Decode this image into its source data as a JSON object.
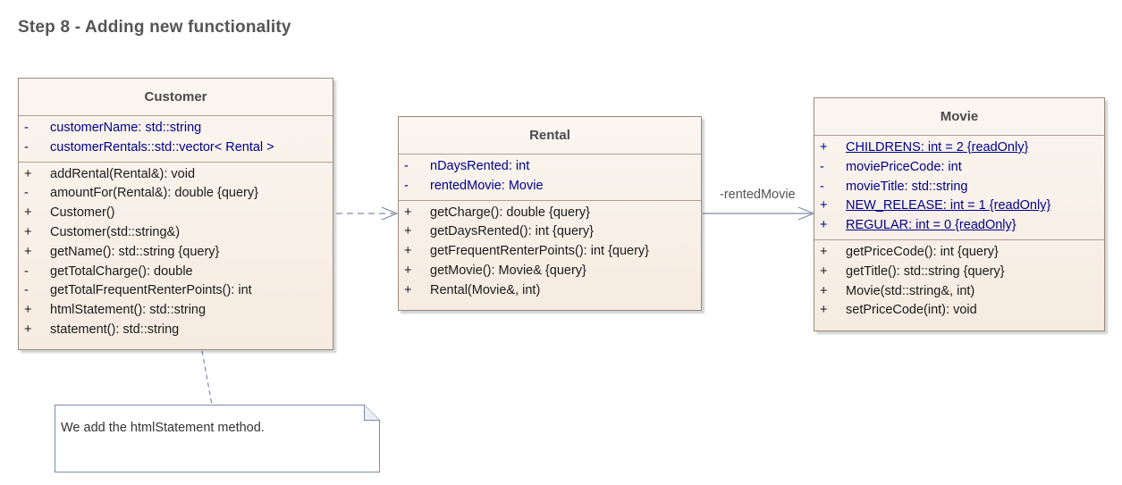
{
  "title": "Step 8 - Adding new functionality",
  "classes": {
    "customer": {
      "name": "Customer",
      "attributes": [
        {
          "vis": "-",
          "text": "customerName: std::string"
        },
        {
          "vis": "-",
          "text": "customerRentals::std::vector< Rental >"
        }
      ],
      "operations": [
        {
          "vis": "+",
          "text": "addRental(Rental&): void"
        },
        {
          "vis": "-",
          "text": "amountFor(Rental&): double {query}"
        },
        {
          "vis": "+",
          "text": "Customer()"
        },
        {
          "vis": "+",
          "text": "Customer(std::string&)"
        },
        {
          "vis": "+",
          "text": "getName(): std::string {query}"
        },
        {
          "vis": "-",
          "text": "getTotalCharge(): double"
        },
        {
          "vis": "-",
          "text": "getTotalFrequentRenterPoints(): int"
        },
        {
          "vis": "+",
          "text": "htmlStatement(): std::string"
        },
        {
          "vis": "+",
          "text": "statement(): std::string"
        }
      ]
    },
    "rental": {
      "name": "Rental",
      "attributes": [
        {
          "vis": "-",
          "text": "nDaysRented: int"
        },
        {
          "vis": "-",
          "text": "rentedMovie: Movie"
        }
      ],
      "operations": [
        {
          "vis": "+",
          "text": "getCharge(): double {query}"
        },
        {
          "vis": "+",
          "text": "getDaysRented(): int {query}"
        },
        {
          "vis": "+",
          "text": "getFrequentRenterPoints(): int {query}"
        },
        {
          "vis": "+",
          "text": "getMovie(): Movie& {query}"
        },
        {
          "vis": "+",
          "text": "Rental(Movie&, int)"
        }
      ]
    },
    "movie": {
      "name": "Movie",
      "attributes": [
        {
          "vis": "+",
          "text": "CHILDRENS: int = 2 {readOnly}"
        },
        {
          "vis": "-",
          "text": "moviePriceCode: int"
        },
        {
          "vis": "-",
          "text": "movieTitle: std::string"
        },
        {
          "vis": "+",
          "text": "NEW_RELEASE: int = 1 {readOnly}"
        },
        {
          "vis": "+",
          "text": "REGULAR: int = 0 {readOnly}"
        }
      ],
      "operations": [
        {
          "vis": "+",
          "text": "getPriceCode(): int {query}"
        },
        {
          "vis": "+",
          "text": "getTitle(): std::string {query}"
        },
        {
          "vis": "+",
          "text": "Movie(std::string&, int)"
        },
        {
          "vis": "+",
          "text": "setPriceCode(int): void"
        }
      ]
    }
  },
  "association_label": "-rentedMovie",
  "note": {
    "text": "We add the htmlStatement method."
  },
  "colors": {
    "attribute_text": "#00008b",
    "connector": "#7d8aa6",
    "class_border": "#9a8a7c",
    "class_fill": "#f6ebe0"
  }
}
